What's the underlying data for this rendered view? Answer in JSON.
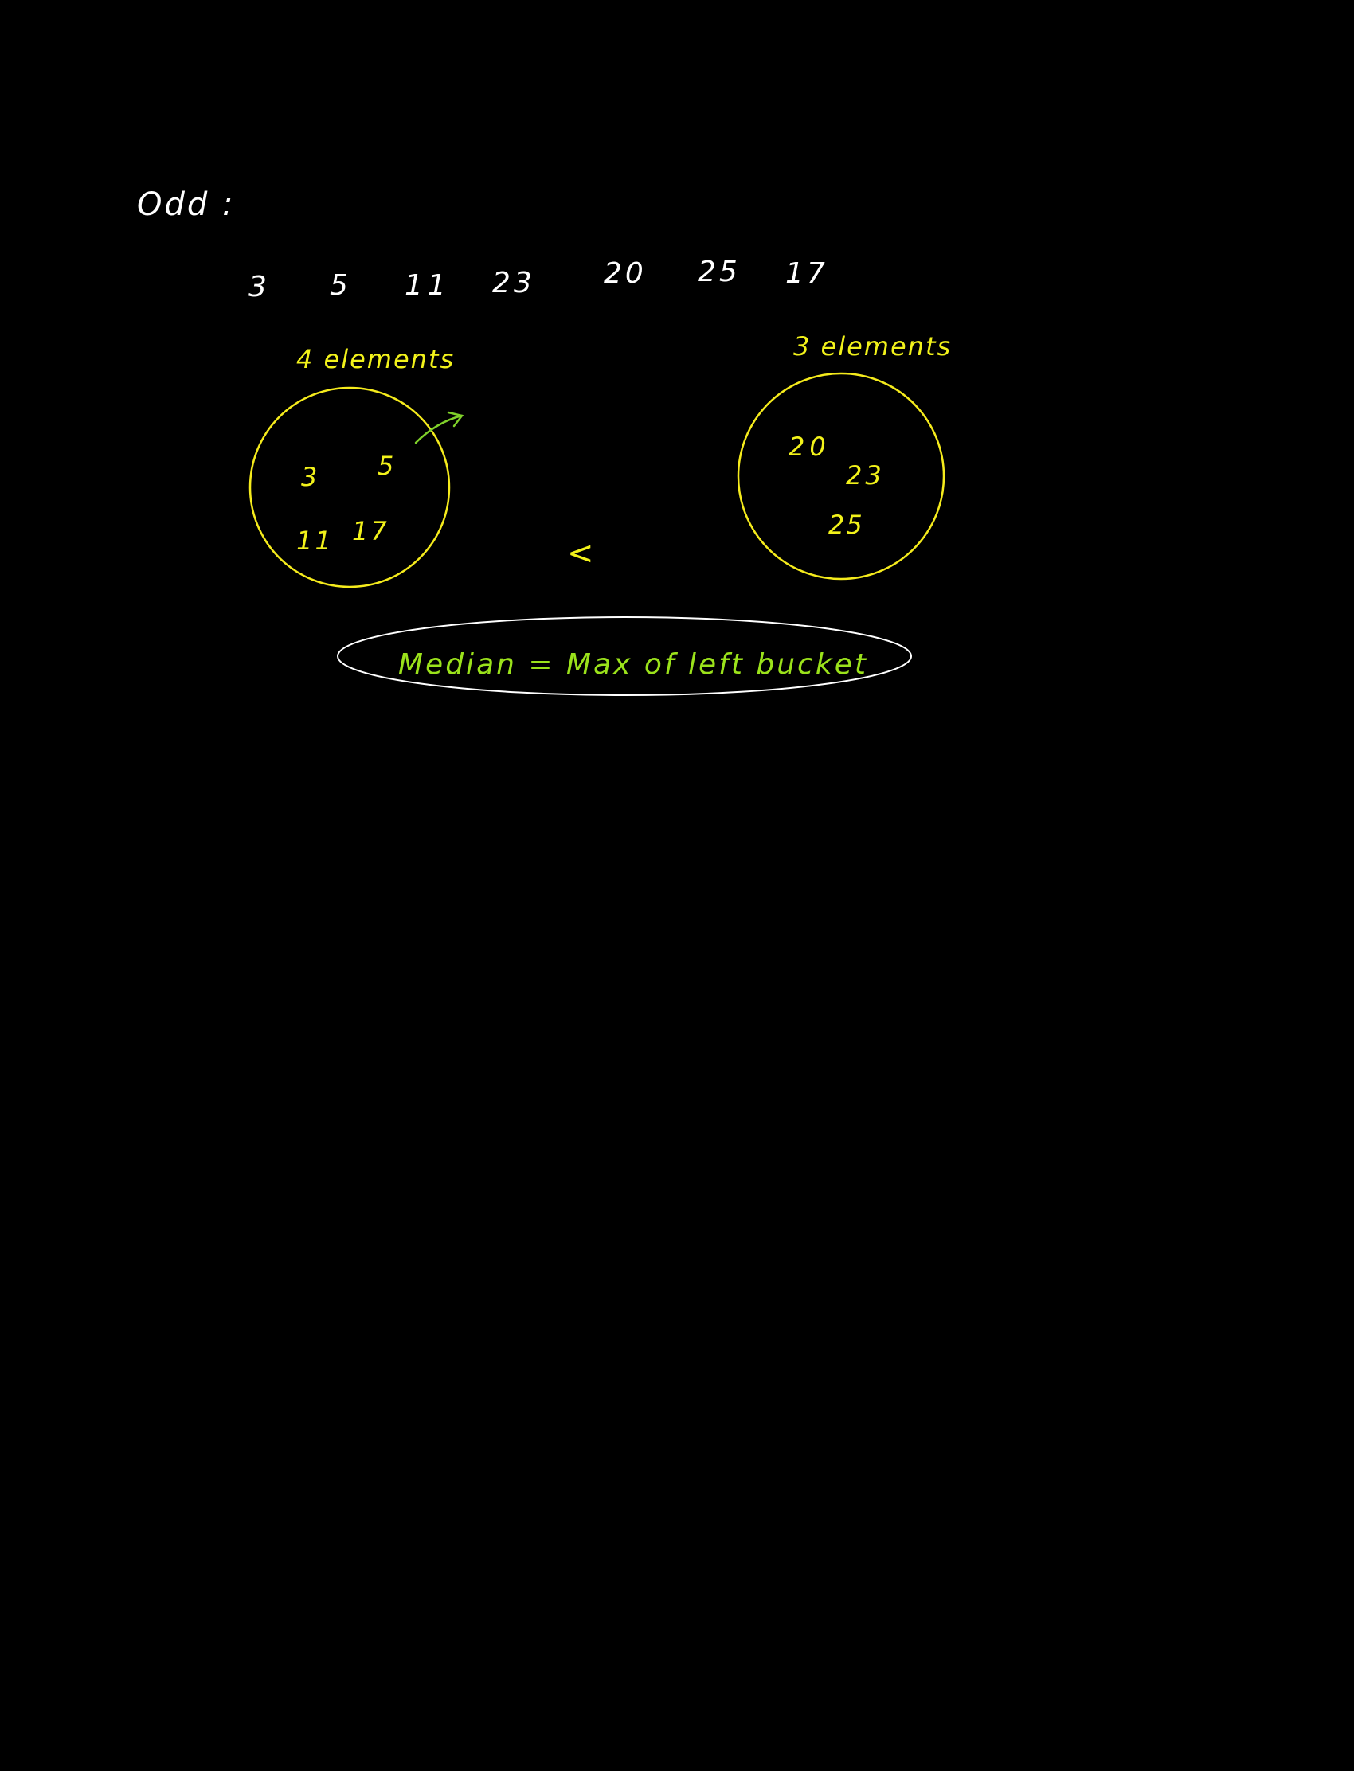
{
  "heading": "Odd :",
  "sequence": [
    "3",
    "5",
    "11",
    "23",
    "20",
    "25",
    "17"
  ],
  "left_bucket": {
    "label": "4 elements",
    "items": [
      "3",
      "5",
      "11",
      "17"
    ]
  },
  "right_bucket": {
    "label": "3 elements",
    "items": [
      "20",
      "23",
      "25"
    ]
  },
  "comparison_symbol": "<",
  "conclusion": "Median = Max of left bucket",
  "colors": {
    "background": "#000000",
    "ink_white": "#ffffff",
    "ink_yellow": "#f2f21a",
    "ink_green": "#9be21b",
    "bucket_stroke": "#f5eb1c",
    "conclusion_ellipse": "#ffffff"
  }
}
